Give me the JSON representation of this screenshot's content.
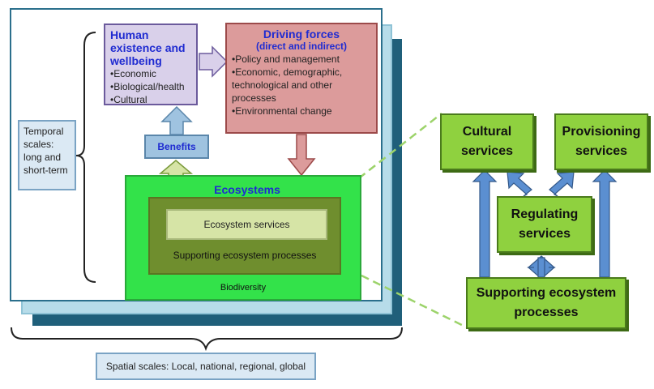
{
  "human": {
    "title": "Human existence and wellbeing",
    "items": [
      "•Economic",
      "•Biological/health",
      "•Cultural"
    ]
  },
  "driving": {
    "title": "Driving forces",
    "subtitle": "(direct and indirect)",
    "items": [
      "•Policy and management",
      "•Economic, demographic, technological and other processes",
      "•Environmental change"
    ]
  },
  "temporal": "Temporal scales: long and short-term",
  "benefits": "Benefits",
  "ecosystems": {
    "title": "Ecosystems",
    "services": "Ecosystem services",
    "supporting": "Supporting  ecosystem processes",
    "biodiversity": "Biodiversity"
  },
  "spatial": "Spatial scales: Local, national, regional, global",
  "detail": {
    "cultural": "Cultural services",
    "provisioning": "Provisioning services",
    "regulating": "Regulating services",
    "supporting": "Supporting  ecosystem processes"
  },
  "colors": {
    "title_blue": "#1f2bd1",
    "eco_green": "#33e24a",
    "detail_green": "#8fd13f",
    "driving_red": "#dc9b9b",
    "human_purple": "#d9d0ea"
  }
}
